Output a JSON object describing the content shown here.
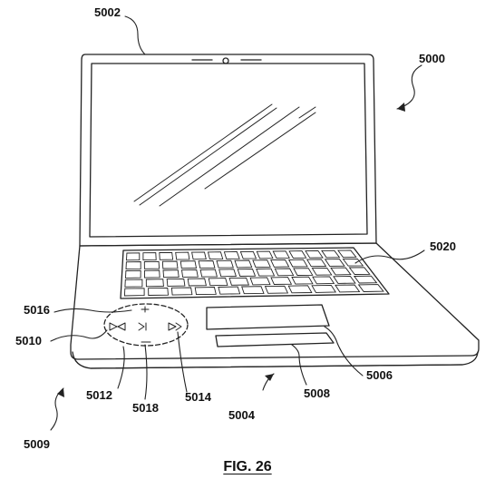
{
  "figure": {
    "caption": "FIG. 26",
    "reference_numerals": {
      "laptop": "5000",
      "display_housing": "5002",
      "base_region": "5004",
      "upper_pad": "5006",
      "lower_pad": "5008",
      "system": "5009",
      "left_control_region": "5010",
      "left_button": "5012",
      "right_button": "5014",
      "upper_button": "5016",
      "lower_button": "5018",
      "keyboard": "5020"
    }
  }
}
